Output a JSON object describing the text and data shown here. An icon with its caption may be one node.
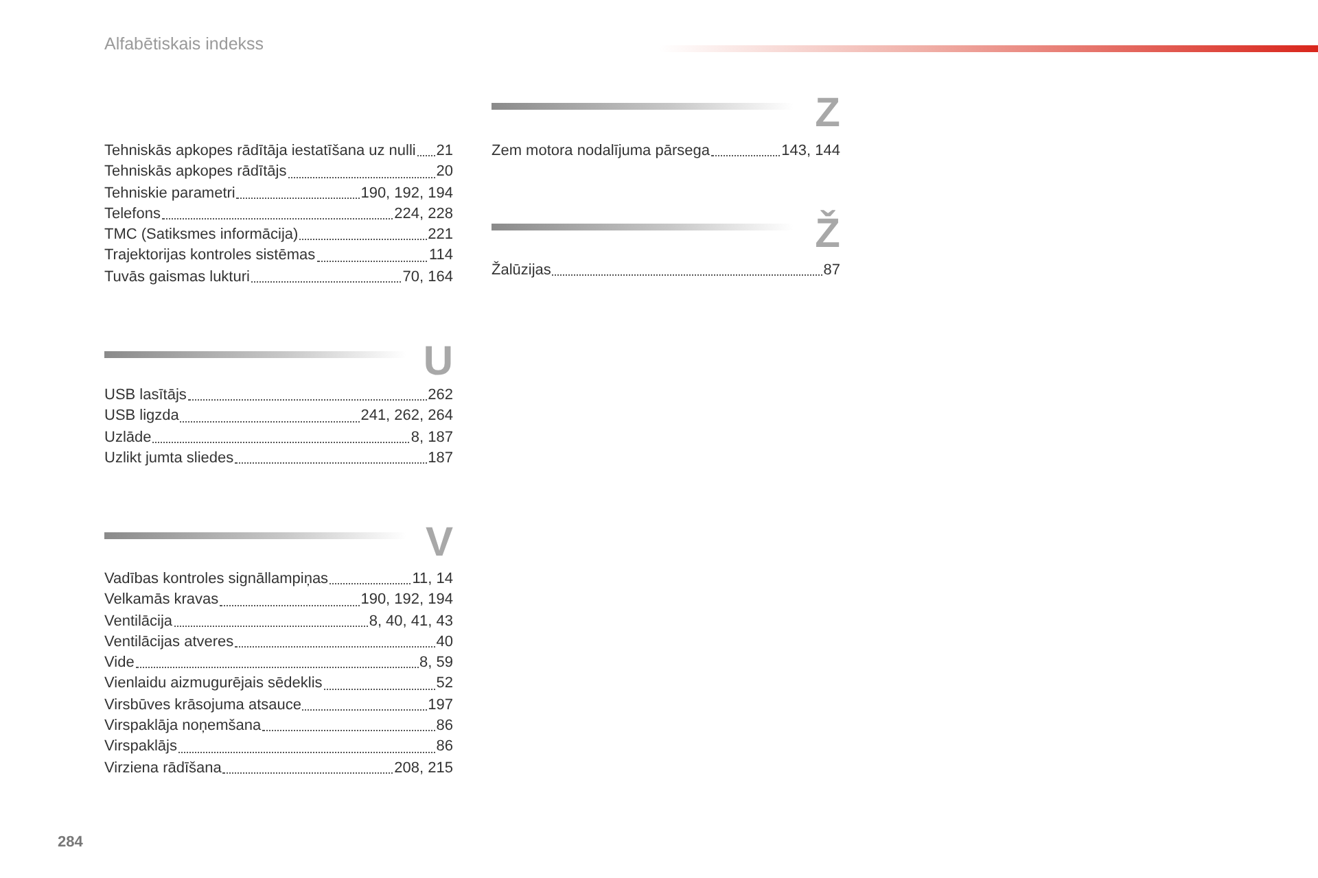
{
  "diagram": {
    "title": "Alfabētiskais indekss",
    "labels": [
      "Tehniskās apkopes rādītāja iestatīšana uz nulli",
      "21",
      "Tehniskās apkopes rādītājs",
      "20",
      "Tehniskie parametri",
      "190, 192, 194",
      "Telefons",
      "224, 228",
      "TMC (Satiksmes informācija)",
      "221",
      "Trajektorijas kontroles sistēmas",
      "114",
      "Tuvās gaismas lukturi",
      "70, 164",
      "U",
      "USB lasītājs",
      "262",
      "USB ligzda",
      "241, 262, 264",
      "Uzlāde",
      "8, 187",
      "Uzlikt jumta sliedes",
      "187",
      "V",
      "Vadības kontroles signāllampiņas",
      "11, 14",
      "Velkamās kravas",
      "190, 192, 194",
      "Ventilācija",
      "8, 40, 41, 43",
      "Ventilācijas atveres",
      "40",
      "Vide",
      "8, 59",
      "Vienlaidu aizmugurējais sēdeklis",
      "52",
      "Virsbūves krāsojuma atsauce",
      "197",
      "Virspaklāja noņemšana",
      "86",
      "Virspaklājs",
      "86",
      "Virziena rādīšana",
      "208, 215",
      "Z",
      "Zem motora nodalījuma pārsega",
      "143, 144",
      "Ž",
      "Žalūzijas",
      "87",
      "284"
    ]
  }
}
